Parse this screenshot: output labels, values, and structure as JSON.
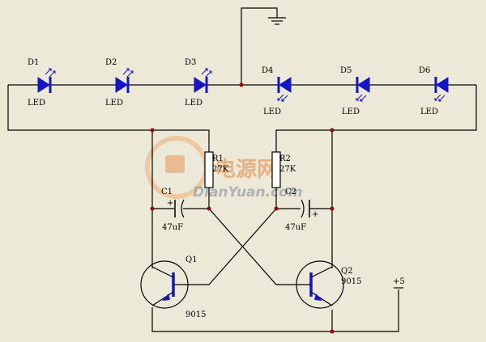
{
  "leds": [
    {
      "ref": "D1",
      "type": "LED"
    },
    {
      "ref": "D2",
      "type": "LED"
    },
    {
      "ref": "D3",
      "type": "LED"
    },
    {
      "ref": "D4",
      "type": "LED"
    },
    {
      "ref": "D5",
      "type": "LED"
    },
    {
      "ref": "D6",
      "type": "LED"
    }
  ],
  "resistors": [
    {
      "ref": "R1",
      "value": "27K"
    },
    {
      "ref": "R2",
      "value": "27K"
    }
  ],
  "capacitors": [
    {
      "ref": "C1",
      "value": "47uF",
      "polarity": "+"
    },
    {
      "ref": "C2",
      "value": "47uF",
      "polarity": "+"
    }
  ],
  "transistors": [
    {
      "ref": "Q1",
      "part": "9015"
    },
    {
      "ref": "Q2",
      "part": "9015"
    }
  ],
  "supply": {
    "label": "+5"
  },
  "watermark": {
    "cn": "电源网",
    "en": "DianYuan.com"
  },
  "colors": {
    "background": "#ece9d8",
    "led": "#1414c8",
    "wire": "#000000"
  }
}
